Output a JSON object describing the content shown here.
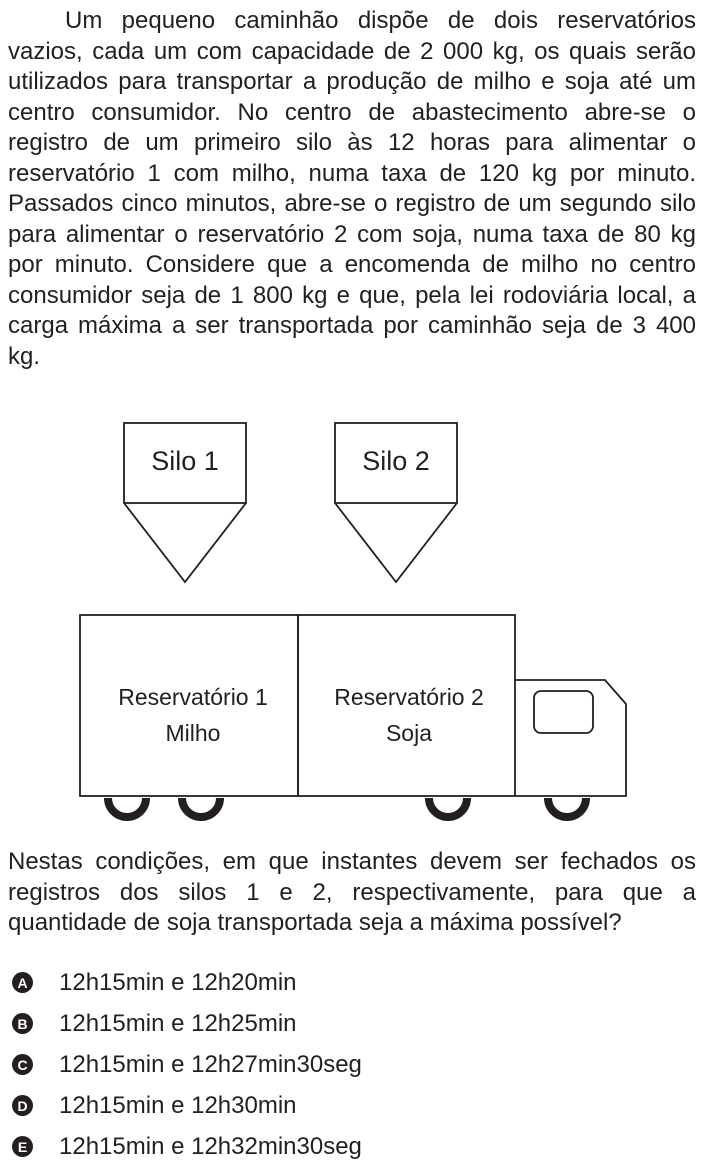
{
  "intro_text": "Um pequeno caminhão dispõe de dois reservatórios vazios, cada um com capacidade de 2 000 kg, os quais serão utilizados para transportar a produção de milho e soja até um centro consumidor. No centro de abastecimento abre-se o registro de um primeiro silo às 12 horas para alimentar o reservatório 1 com milho, numa taxa de 120 kg por minuto. Passados cinco minutos, abre-se o registro de um segundo silo para alimentar o reservatório 2 com soja, numa taxa de 80 kg por minuto. Considere que a encomenda de milho no centro consumidor seja de 1 800 kg e que, pela lei rodoviária local, a carga máxima a ser transportada por caminhão seja de 3 400 kg.",
  "figure": {
    "silo1_label": "Silo 1",
    "silo2_label": "Silo 2",
    "reservoir1_title": "Reservatório 1",
    "reservoir1_content": "Milho",
    "reservoir2_title": "Reservatório 2",
    "reservoir2_content": "Soja"
  },
  "question_text": "Nestas condições, em que instantes devem ser fechados os registros dos silos 1 e 2, respectivamente, para que a quantidade de soja transportada seja a máxima possível?",
  "options": [
    {
      "letter": "A",
      "text": "12h15min e 12h20min"
    },
    {
      "letter": "B",
      "text": "12h15min e 12h25min"
    },
    {
      "letter": "C",
      "text": "12h15min e 12h27min30seg"
    },
    {
      "letter": "D",
      "text": "12h15min e 12h30min"
    },
    {
      "letter": "E",
      "text": "12h15min e 12h32min30seg"
    }
  ]
}
